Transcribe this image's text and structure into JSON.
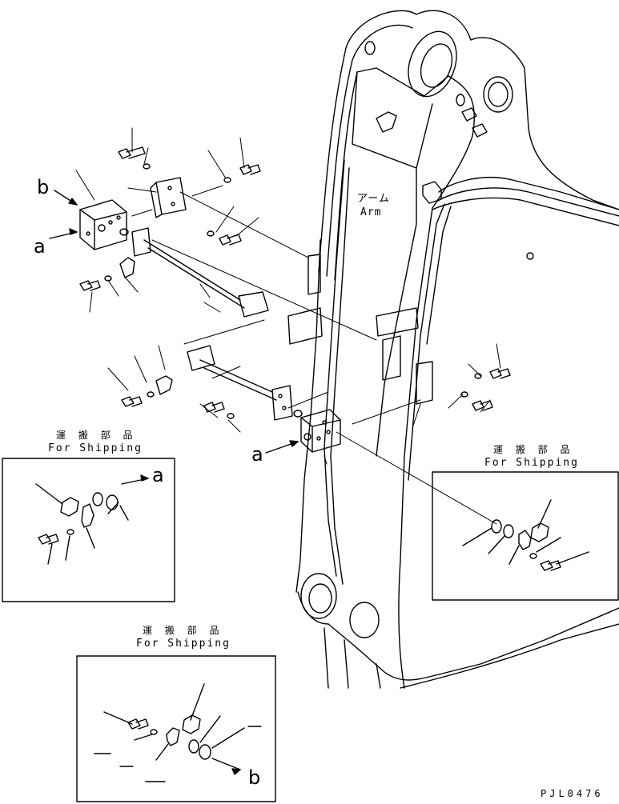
{
  "labels": {
    "arm_jp": "アーム",
    "arm_en": "Arm",
    "callout_a_top": "a",
    "callout_b_top": "b",
    "callout_a_mid": "a",
    "callout_a_inset": "a",
    "callout_b_inset": "b"
  },
  "insets": [
    {
      "jp": "運 搬 部 品",
      "en": "For Shipping"
    },
    {
      "jp": "運 搬 部 品",
      "en": "For Shipping"
    },
    {
      "jp": "運 搬 部 品",
      "en": "For Shipping"
    }
  ],
  "figure_code": "PJL0476"
}
